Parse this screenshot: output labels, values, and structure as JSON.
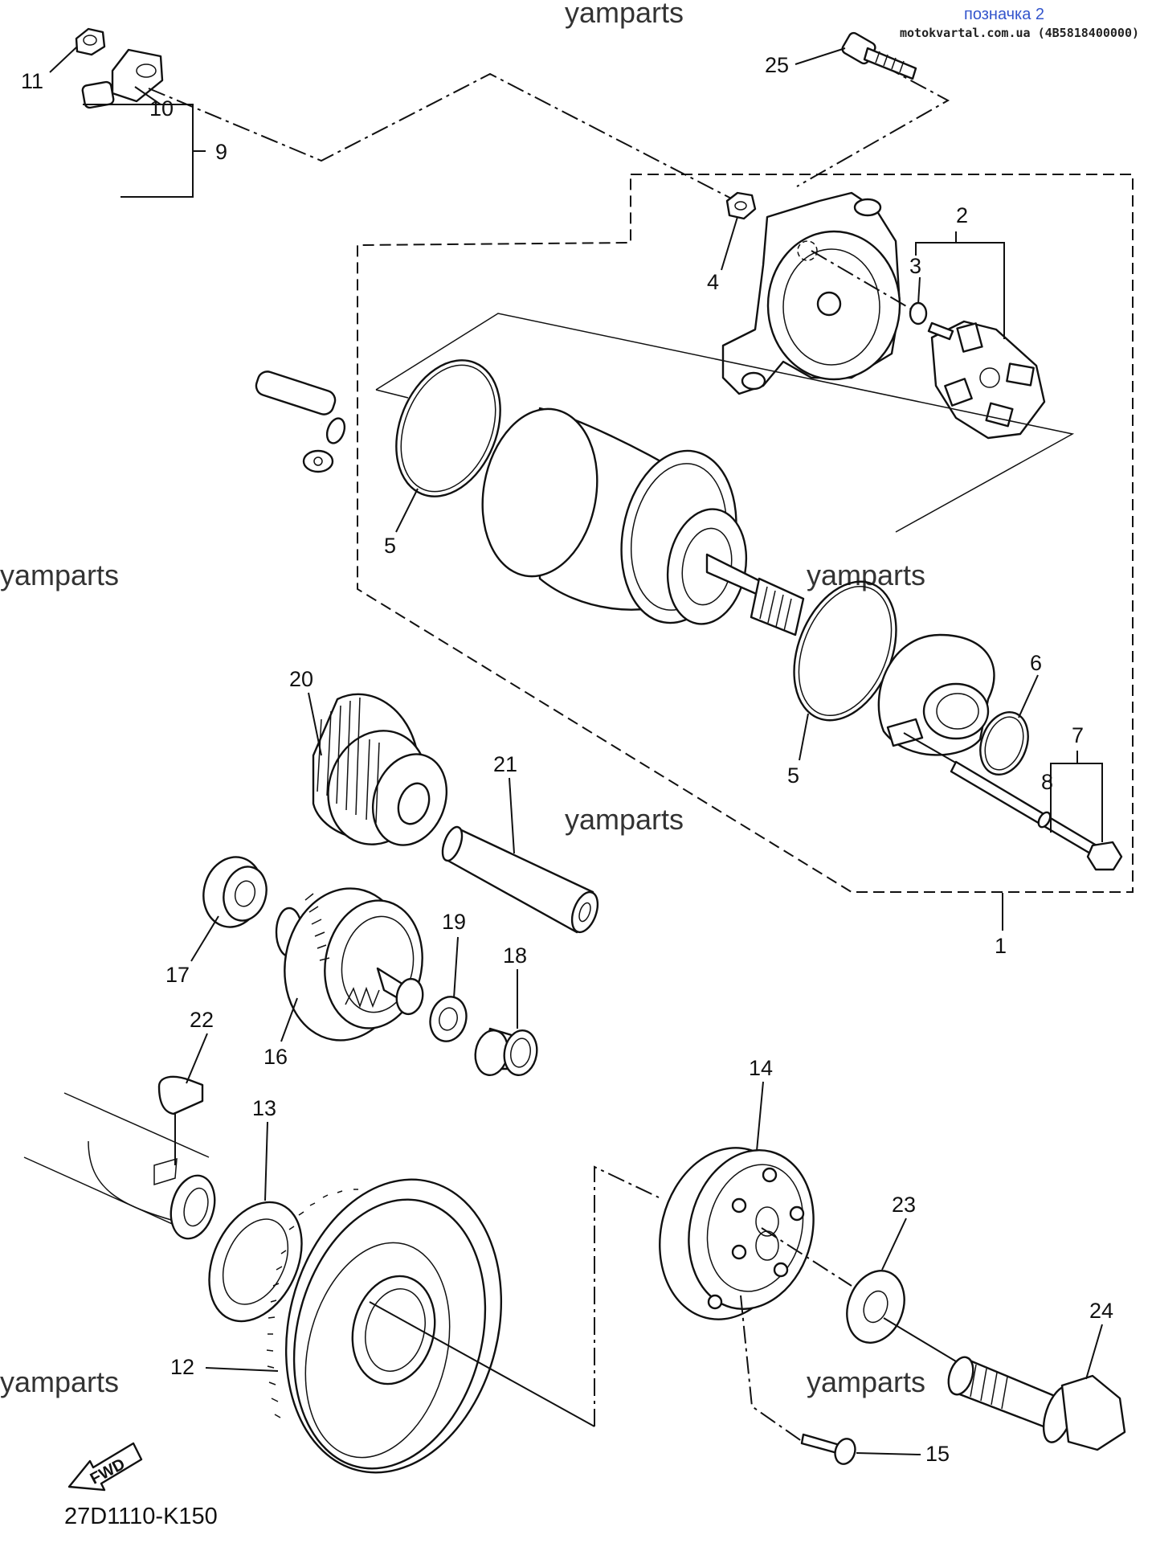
{
  "header": {
    "label": "позначка 2",
    "site": "motokvartal.com.ua (4B5818400000)"
  },
  "watermark": "yamparts",
  "diagram_code": "27D1110-K150",
  "fwd_label": "FWD",
  "callouts": {
    "p1": "1",
    "p2": "2",
    "p3": "3",
    "p4": "4",
    "p5a": "5",
    "p5b": "5",
    "p6": "6",
    "p7": "7",
    "p8": "8",
    "p9": "9",
    "p10": "10",
    "p11": "11",
    "p12": "12",
    "p13": "13",
    "p14": "14",
    "p15": "15",
    "p16": "16",
    "p17": "17",
    "p18": "18",
    "p19": "19",
    "p20": "20",
    "p21": "21",
    "p22": "22",
    "p23": "23",
    "p24": "24",
    "p25": "25"
  }
}
